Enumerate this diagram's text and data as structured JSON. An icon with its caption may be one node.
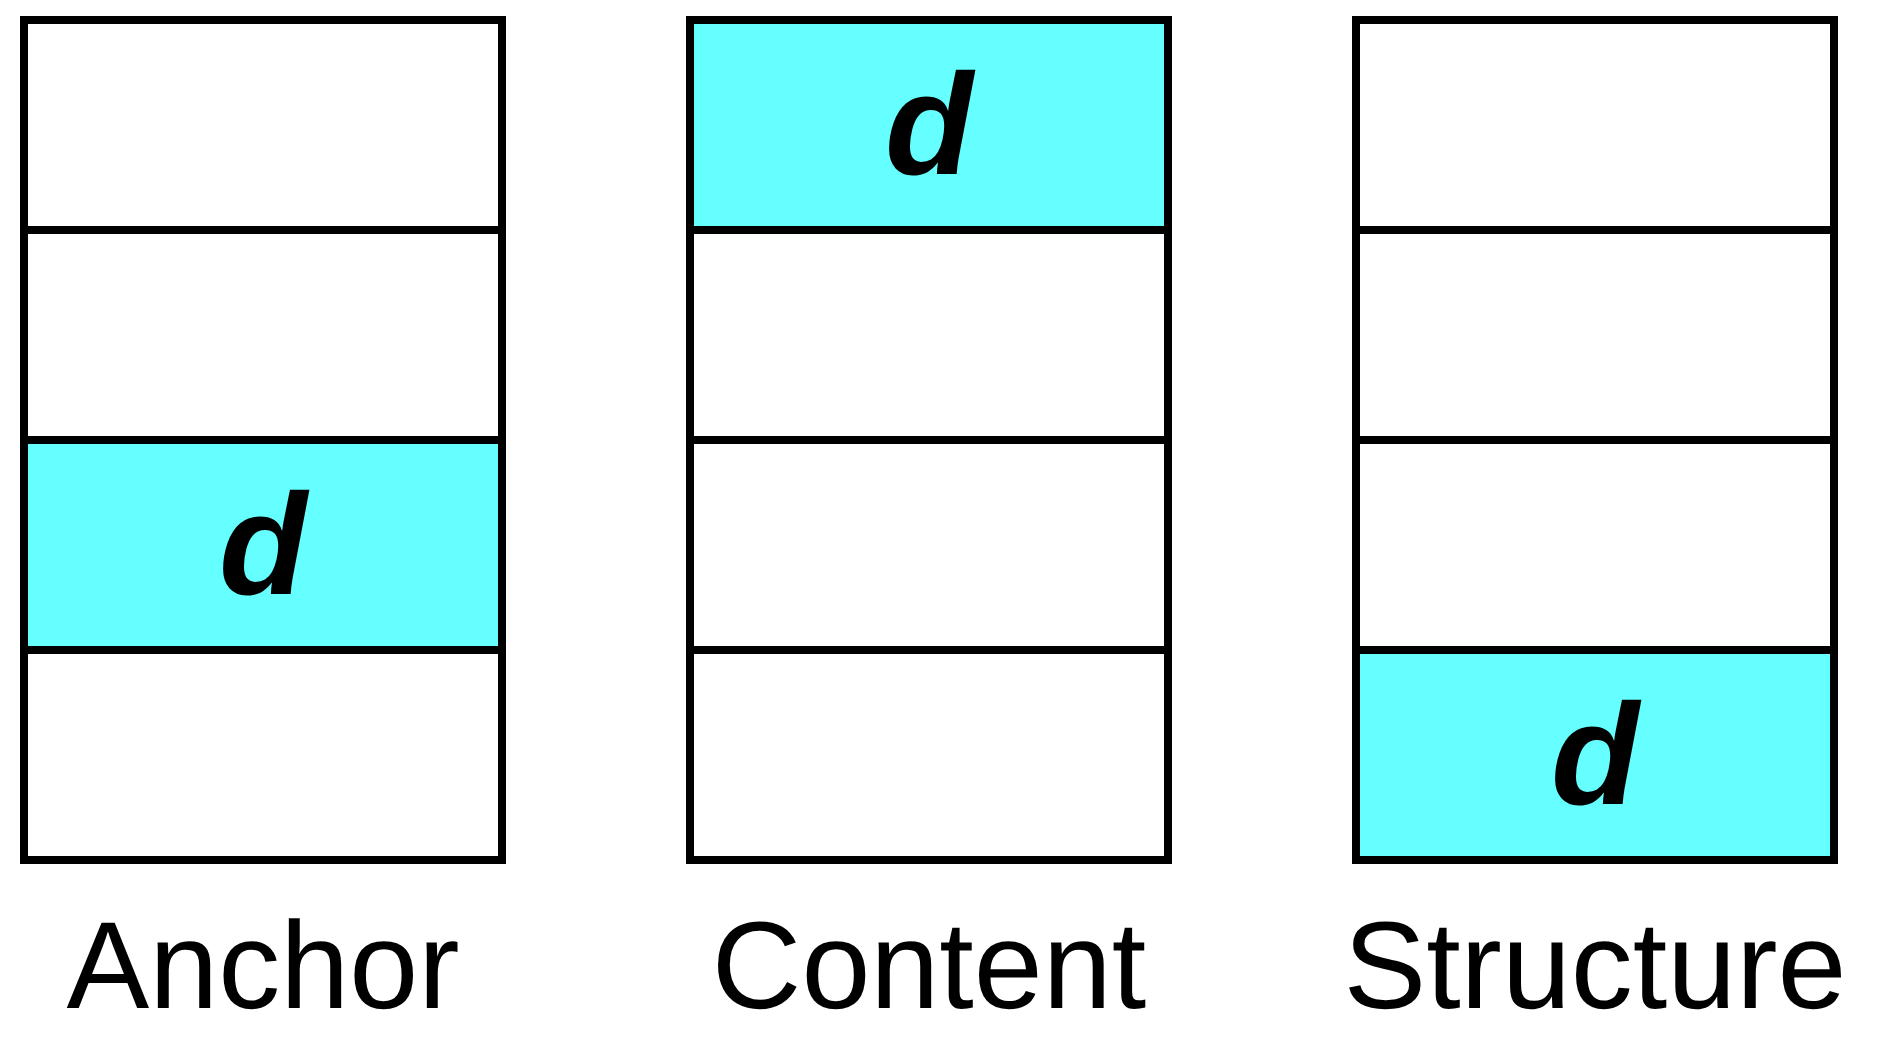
{
  "diagram": {
    "nodes": [
      {
        "text": [
          "Anchor"
        ]
      },
      {
        "text": [],
        "shape": "box",
        "in": 0
      },
      {
        "text": [],
        "shape": "box",
        "in": 0
      },
      {
        "text": [
          "d"
        ],
        "in": 0
      },
      {
        "text": [],
        "shape": "box",
        "in": 0
      },
      {
        "text": [
          "Content"
        ]
      },
      {
        "text": [
          "d"
        ],
        "in": 5
      },
      {
        "text": [],
        "shape": "box",
        "in": 5
      },
      {
        "text": [],
        "shape": "box",
        "in": 5
      },
      {
        "text": [],
        "shape": "box",
        "in": 5
      },
      {
        "text": [
          "Structure"
        ]
      },
      {
        "text": [],
        "shape": "box",
        "in": 10
      },
      {
        "text": [],
        "shape": "box",
        "in": 10
      },
      {
        "text": [],
        "shape": "box",
        "in": 10
      },
      {
        "text": [
          "d"
        ],
        "in": 10
      }
    ],
    "edges": []
  }
}
